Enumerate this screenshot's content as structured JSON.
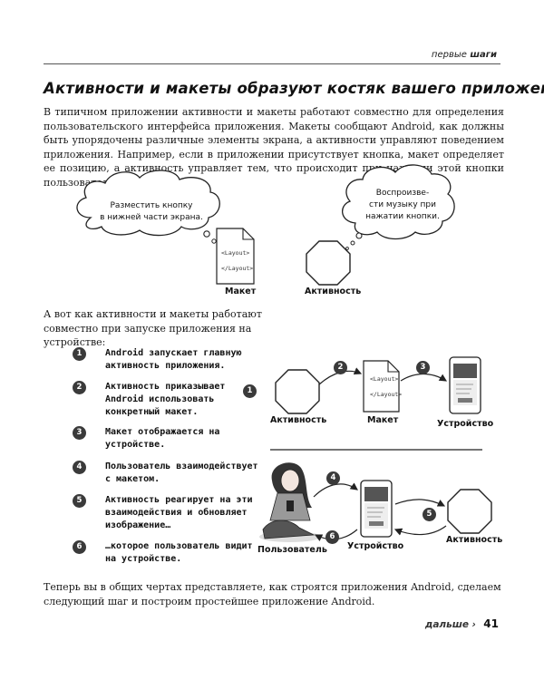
{
  "header": {
    "section_light": "первые",
    "section_bold": "шаги"
  },
  "title": "Активности и макеты образуют костяк вашего приложения",
  "intro_paragraph": "В типичном приложении активности и макеты работают совместно для определения пользовательского интерфейса приложения. Макеты сообщают Android, как должны быть упорядочены различные элементы экрана, а активности управляют поведением приложения. Например, если в приложении присутствует кнопка, макет определяет ее позицию, а активность управляет тем, что происходит при нажатии этой кнопки пользователем.",
  "diagram_top": {
    "bubble_layout_lines": [
      "Разместить кнопку",
      "в нижней части экрана."
    ],
    "bubble_activity_lines": [
      "Воспроизве-",
      "сти музыку при",
      "нажатии кнопки."
    ],
    "layout_doc_lines": [
      "<Layout>",
      "</Layout>"
    ],
    "layout_label": "Макет",
    "activity_label": "Активность"
  },
  "second_paragraph": "А вот как активности и макеты работают совместно при запуске приложения на устройстве:",
  "steps": [
    {
      "num": "1",
      "text": "Android запускает главную активность приложения."
    },
    {
      "num": "2",
      "text": "Активность приказывает Android использовать конкретный макет."
    },
    {
      "num": "3",
      "text": "Макет отображается на устройстве."
    },
    {
      "num": "4",
      "text": "Пользователь взаимодействует с макетом."
    },
    {
      "num": "5",
      "text": "Активность реагирует на эти взаимодействия и обновляет изображение…"
    },
    {
      "num": "6",
      "text": "…которое пользователь видит на устройстве."
    }
  ],
  "flow_top": {
    "activity_label": "Активность",
    "layout_label": "Макет",
    "device_label": "Устройство",
    "doc_lines": [
      "<Layout>",
      "</Layout>"
    ],
    "markers": [
      "1",
      "2",
      "3"
    ]
  },
  "flow_bottom": {
    "user_label": "Пользователь",
    "device_label": "Устройство",
    "activity_label": "Активность",
    "markers": [
      "4",
      "5",
      "6"
    ]
  },
  "closing_paragraph": "Теперь вы в общих чертах представляете, как строятся приложения Android, сделаем следующий шаг и построим простейшее приложение Android.",
  "footer": {
    "next_label": "дальше ›",
    "page_number": "41"
  }
}
